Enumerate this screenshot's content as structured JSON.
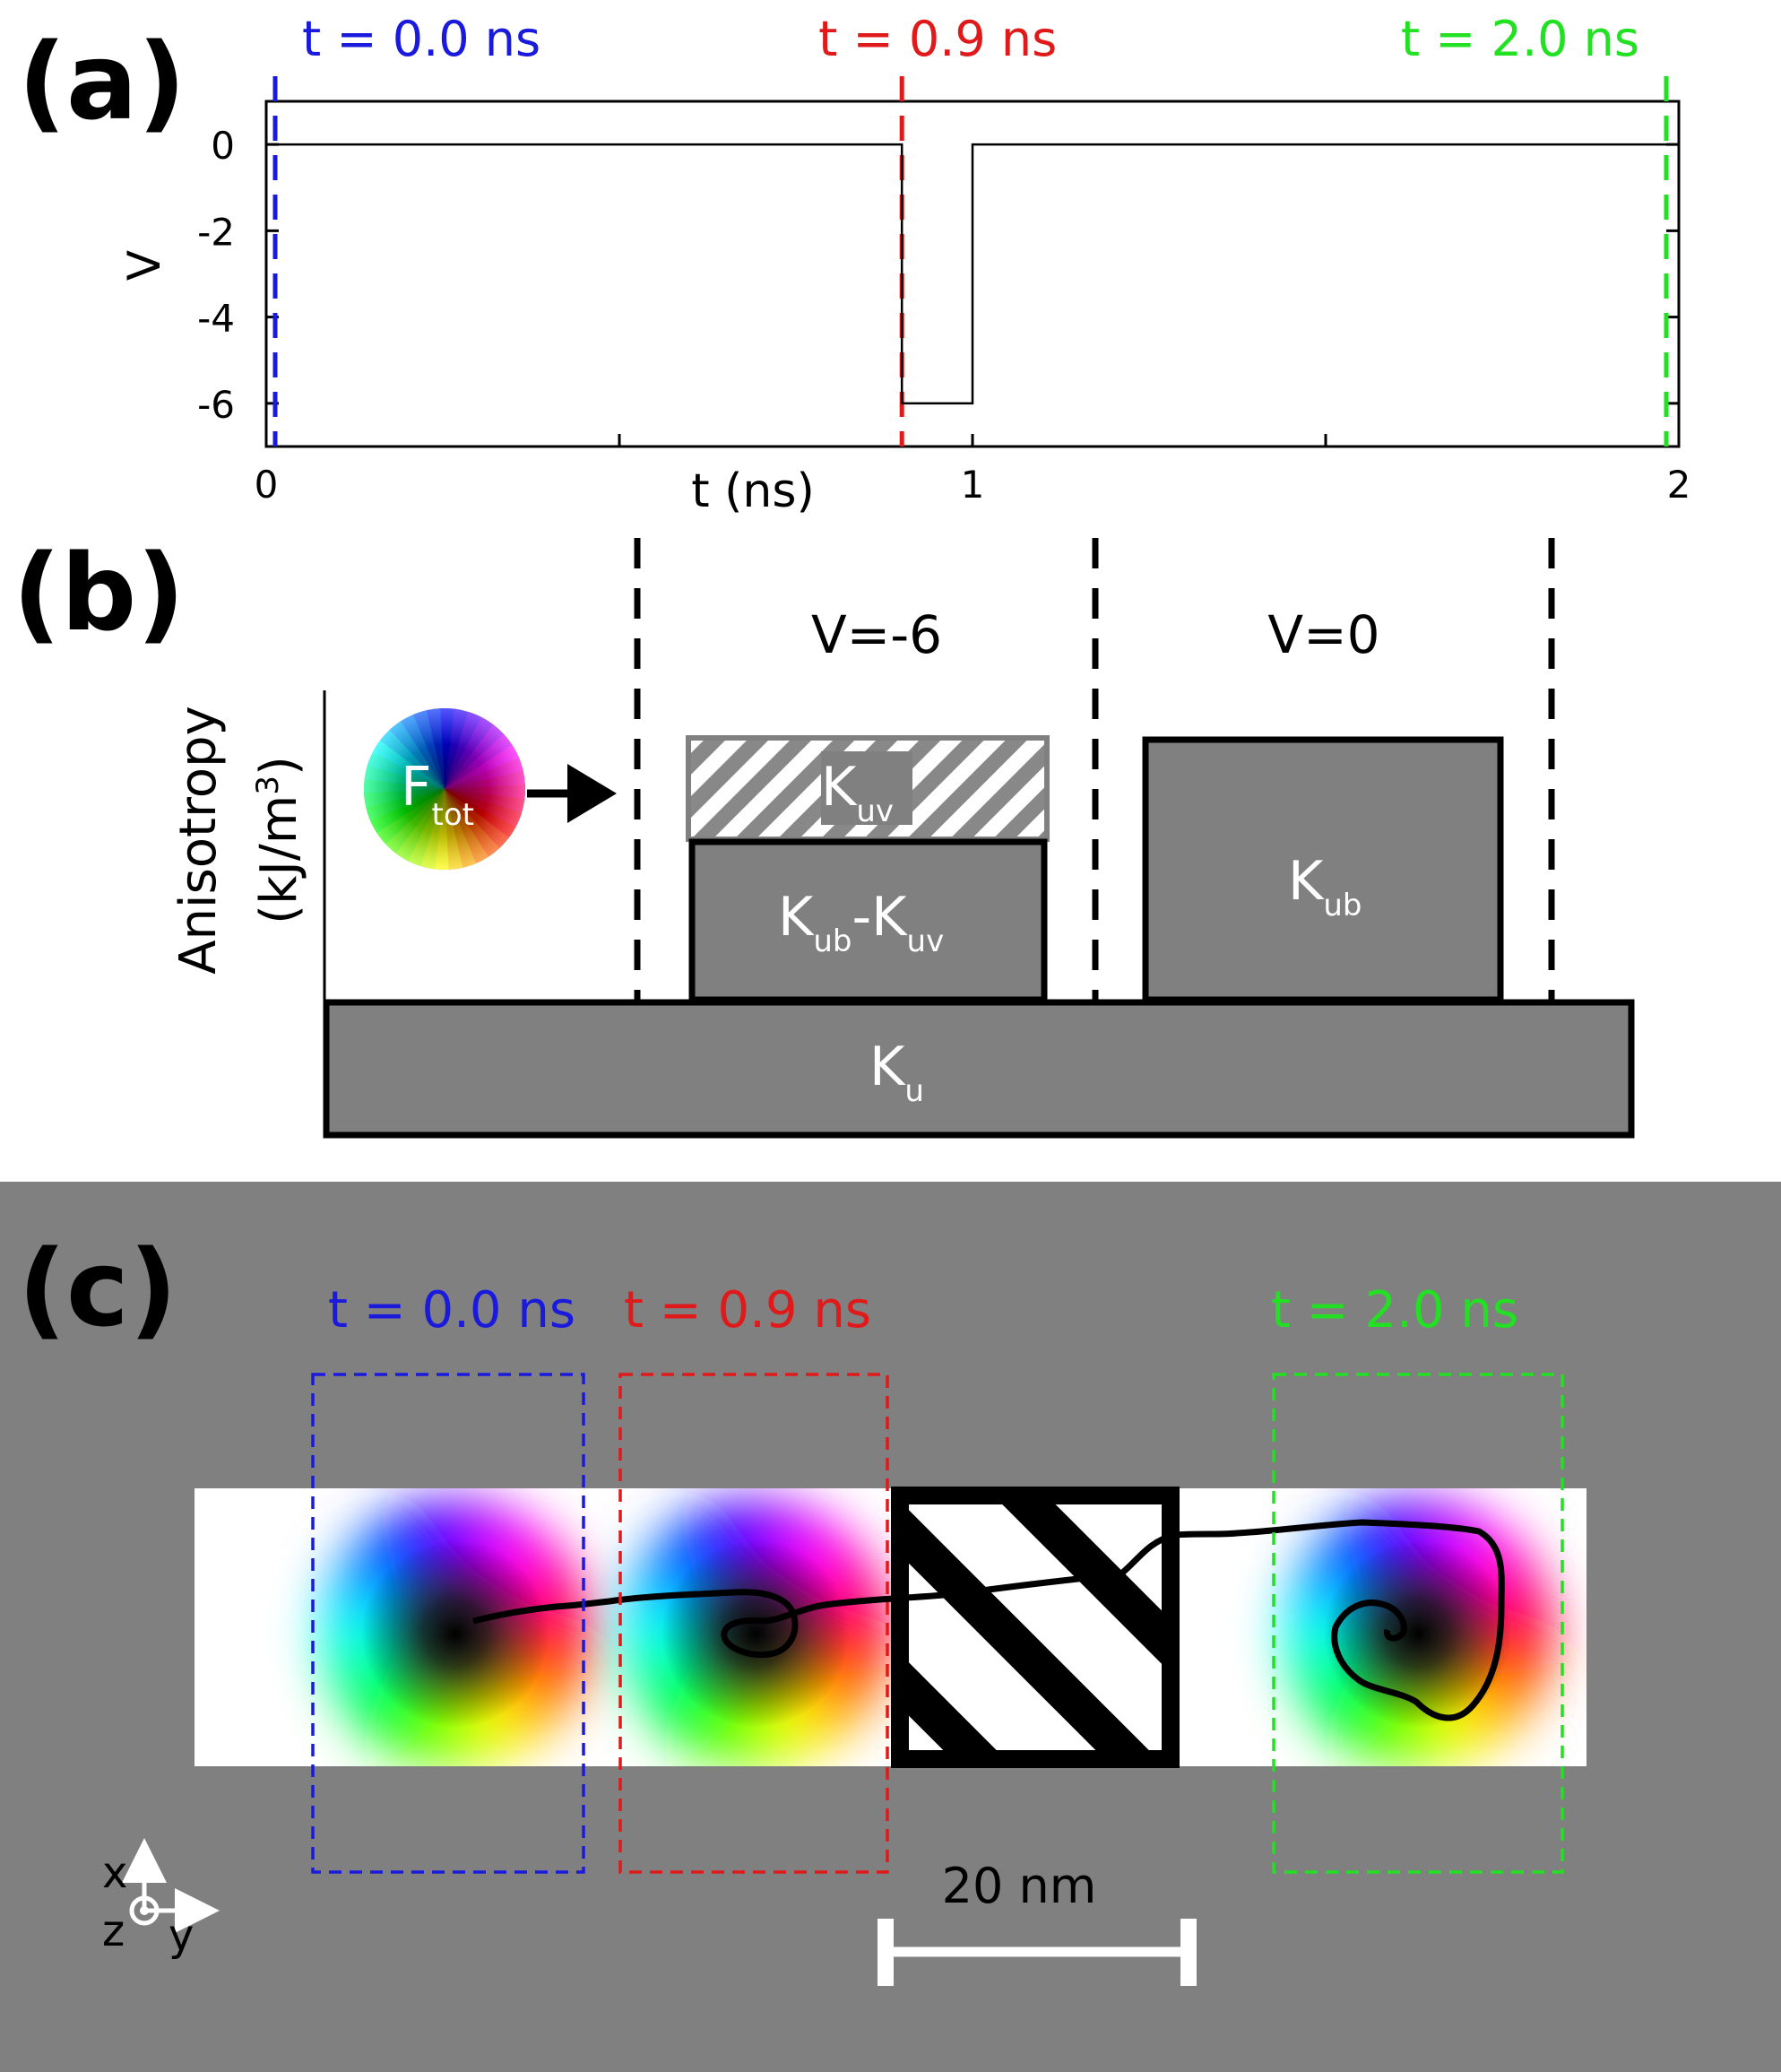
{
  "panels": {
    "a": {
      "letter": "(a)",
      "time_markers": [
        {
          "label": "t = 0.0 ns",
          "t": 0.0,
          "color": "#1a1adc"
        },
        {
          "label": "t = 0.9 ns",
          "t": 0.9,
          "color": "#e01a1a"
        },
        {
          "label": "t = 2.0 ns",
          "t": 2.0,
          "color": "#22e022"
        }
      ]
    },
    "b": {
      "letter": "(b)",
      "ylabel_line1": "Anisotropy",
      "ylabel_line2": "(kJ/m",
      "ylabel_sup": "3",
      "ylabel_close": ")",
      "force_label": "F",
      "force_sub": "tot",
      "region_labels": [
        "V=-6",
        "V=0"
      ],
      "k_uv": {
        "main": "K",
        "sub": "uv"
      },
      "k_ub_minus_k_uv": {
        "main1": "K",
        "sub1": "ub",
        "sep": "-",
        "main2": "K",
        "sub2": "uv"
      },
      "k_ub": {
        "main": "K",
        "sub": "ub"
      },
      "k_u": {
        "main": "K",
        "sub": "u"
      },
      "block_color": "#808080"
    },
    "c": {
      "letter": "(c)",
      "time_labels": [
        {
          "label": "t = 0.0 ns",
          "color": "#1a1adc"
        },
        {
          "label": "t = 0.9 ns",
          "color": "#e01a1a"
        },
        {
          "label": "t = 2.0 ns",
          "color": "#22e022"
        }
      ],
      "scale_bar_label": "20 nm",
      "axes": {
        "x": "x",
        "y": "y",
        "z": "z"
      },
      "background": "#808080"
    }
  },
  "chart_data": {
    "type": "line",
    "title": "",
    "xlabel": "t (ns)",
    "ylabel": "V",
    "xlim": [
      0,
      2
    ],
    "ylim": [
      -7,
      1
    ],
    "xticks": [
      0,
      1,
      2
    ],
    "yticks": [
      0,
      -2,
      -4,
      -6
    ],
    "grid": false,
    "series": [
      {
        "x": [
          0,
          0.9,
          0.9,
          1.0,
          1.0,
          2.0
        ],
        "y": [
          0,
          0,
          -6,
          -6,
          0,
          0
        ]
      }
    ]
  }
}
